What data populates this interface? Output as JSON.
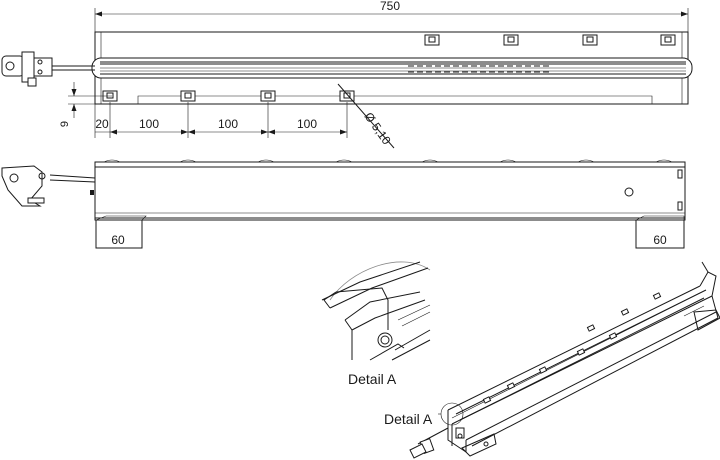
{
  "dimensions": {
    "overall_length": "750",
    "height_offset": "9",
    "first_hole": "20",
    "hole_pitch_1": "100",
    "hole_pitch_2": "100",
    "hole_pitch_3": "100",
    "hole_diameter": "Ø 5,10",
    "foot_left": "60",
    "foot_right": "60"
  },
  "labels": {
    "detail_caption": "Detail A",
    "detail_callout": "Detail A"
  },
  "icons": [
    "rail-top-view",
    "rail-side-view",
    "rail-isometric-view",
    "detail-a-closeup"
  ]
}
